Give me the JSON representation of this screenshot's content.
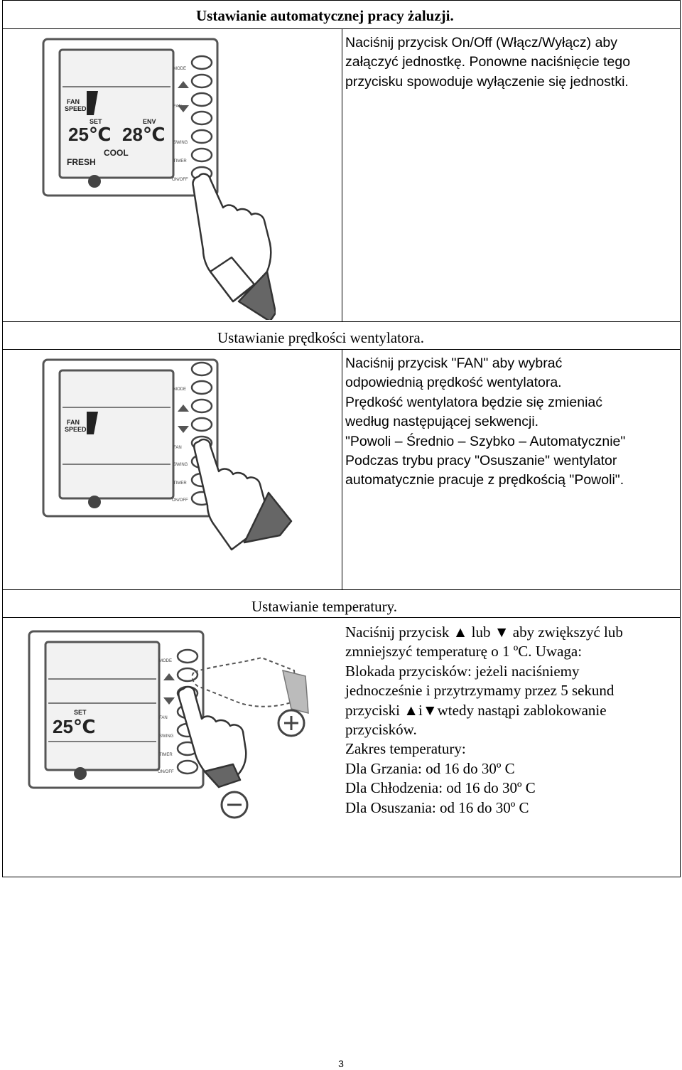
{
  "sections": [
    {
      "heading": "Ustawianie automatycznej pracy żaluzji.",
      "text": "Naciśnij przycisk On/Off (Włącz/Wyłącz) aby\nzałączyć jednostkę. Ponowne naciśnięcie tego\nprzycisku spowoduje wyłączenie się jednostki.",
      "remote": {
        "fan_speed_label": "FAN\nSPEED",
        "set_label": "SET",
        "env_label": "ENV",
        "set_temp": "25℃",
        "env_temp": "28℃",
        "mode_indicator": "COOL",
        "fresh_indicator": "FRESH",
        "buttons": [
          "MODE",
          "▲",
          "▼",
          "FAN",
          "SWING",
          "TIMER",
          "ON/OFF"
        ]
      }
    },
    {
      "heading": "Ustawianie prędkości wentylatora.",
      "text": "Naciśnij przycisk \"FAN\" aby wybrać\nodpowiednią prędkość wentylatora.\nPrędkość wentylatora będzie się zmieniać\nwedług następującej sekwencji.\n\"Powoli – Średnio – Szybko – Automatycznie\"\nPodczas trybu pracy \"Osuszanie\" wentylator\nautomatycznie pracuje z prędkością \"Powoli\".",
      "remote": {
        "fan_speed_label": "FAN\nSPEED",
        "buttons": [
          "MODE",
          "▲",
          "▼",
          "FAN",
          "SWING",
          "TIMER",
          "ON/OFF"
        ]
      }
    },
    {
      "heading": "Ustawianie temperatury.",
      "text": "Naciśnij przycisk ▲ lub ▼ aby zwiększyć lub\nzmniejszyć temperaturę o 1 ºC. Uwaga:\nBlokada przycisków: jeżeli naciśniemy\njednocześnie i przytrzymamy przez 5 sekund\nprzyciski ▲i▼wtedy nastąpi zablokowanie\nprzycisków.\nZakres temperatury:\nDla Grzania: od 16 do 30º C\nDla Chłodzenia: od 16 do 30º C\nDla Osuszania: od 16 do 30º C",
      "remote": {
        "set_label": "SET",
        "set_temp": "25℃",
        "buttons": [
          "MODE",
          "▲",
          "▼",
          "FAN",
          "SWING",
          "TIMER",
          "ON/OFF"
        ],
        "plus_symbol": "+",
        "minus_symbol": "−"
      }
    }
  ],
  "page_number": "3"
}
